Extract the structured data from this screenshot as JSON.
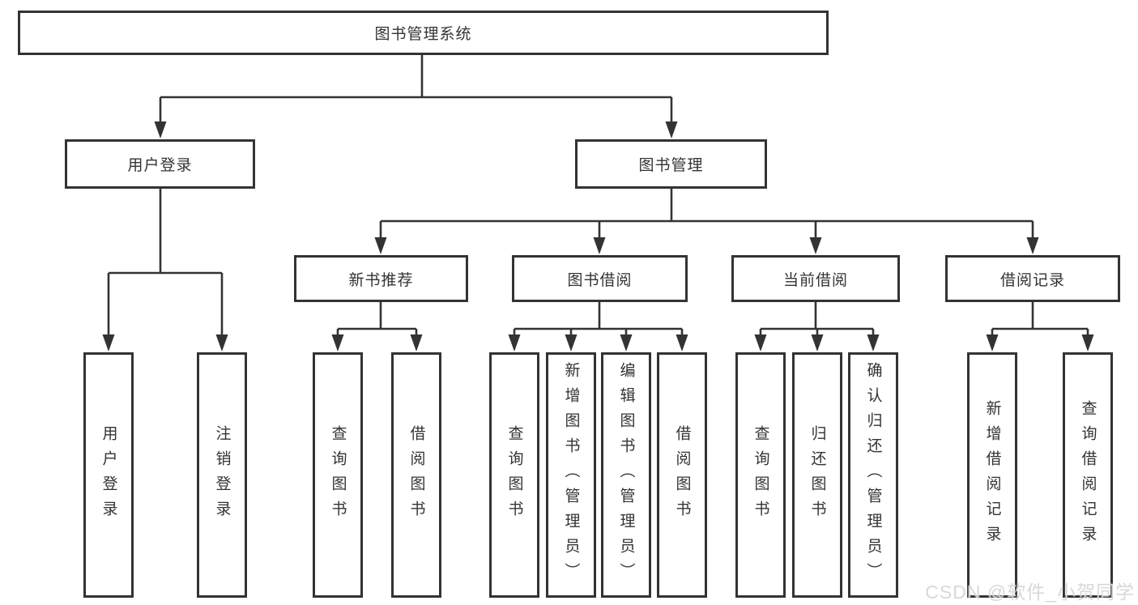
{
  "diagram": {
    "root": {
      "label": "图书管理系统"
    },
    "user_login": {
      "label": "用户登录",
      "children": [
        "用户登录",
        "注销登录"
      ]
    },
    "book_mgmt": {
      "label": "图书管理",
      "new_book_rec": {
        "label": "新书推荐",
        "children": [
          "查询图书",
          "借阅图书"
        ]
      },
      "book_borrow": {
        "label": "图书借阅",
        "children": [
          "查询图书",
          "新增图书（管理员）",
          "编辑图书（管理员）",
          "借阅图书"
        ]
      },
      "current_borrow": {
        "label": "当前借阅",
        "children": [
          "查询图书",
          "归还图书",
          "确认归还（管理员）"
        ]
      },
      "borrow_records": {
        "label": "借阅记录",
        "children": [
          "新增借阅记录",
          "查询借阅记录"
        ]
      }
    }
  },
  "watermark": {
    "text": "CSDN @软件_小贺同学"
  },
  "colors": {
    "line": "#333333",
    "box_border": "#333333",
    "text": "#333333",
    "background": "#ffffff",
    "watermark": "#d5d5d5"
  }
}
